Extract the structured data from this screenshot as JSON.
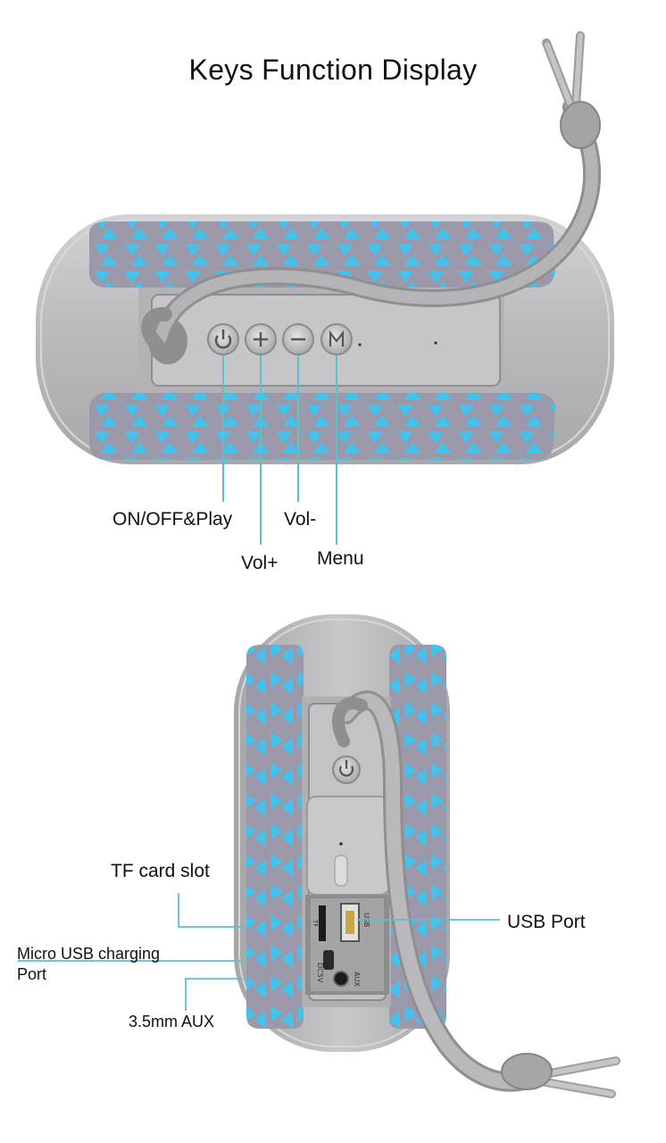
{
  "title": "Keys Function Display",
  "top_view": {
    "labels": {
      "on_off_play": "ON/OFF&Play",
      "vol_minus": "Vol-",
      "vol_plus": "Vol+",
      "menu": "Menu"
    }
  },
  "side_view": {
    "labels": {
      "tf_card_slot": "TF card slot",
      "usb_port": "USB Port",
      "micro_usb_line1": "Micro USB charging",
      "micro_usb_line2": "Port",
      "aux": "3.5mm AUX"
    },
    "port_markings": {
      "dc5v": "DC5V",
      "aux": "AUX",
      "usb": "USB",
      "tf": "TF"
    }
  },
  "colors": {
    "body_grey": "#b6b6b8",
    "fabric_grey": "#9a97a8",
    "fabric_blue": "#3fc0ea",
    "leader_line": "#55c4cc"
  }
}
